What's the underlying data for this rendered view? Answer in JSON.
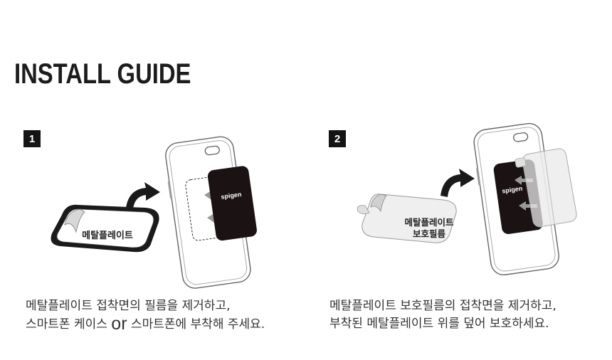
{
  "header": {
    "title": "INSTALL GUIDE"
  },
  "steps": [
    {
      "number": "1",
      "plate_label": "메탈플레이트",
      "brand": "spigen",
      "caption_line1": "메탈플레이트 접착면의 필름을 제거하고,",
      "caption_line2_a": "스마트폰 케이스 ",
      "caption_line2_or": "or",
      "caption_line2_b": " 스마트폰에 부착해 주세요."
    },
    {
      "number": "2",
      "plate_label_line1": "메탈플레이트",
      "plate_label_line2": "보호필름",
      "brand": "spigen",
      "caption_line1": "메탈플레이트 보호필름의 접착면을 제거하고,",
      "caption_line2": "부착된 메탈플레이트 위를 덮어 보호하세요."
    }
  ],
  "icons": [
    "phone-outline-icon",
    "metal-plate-icon",
    "curved-arrow-icon",
    "peel-arrow-icon"
  ]
}
